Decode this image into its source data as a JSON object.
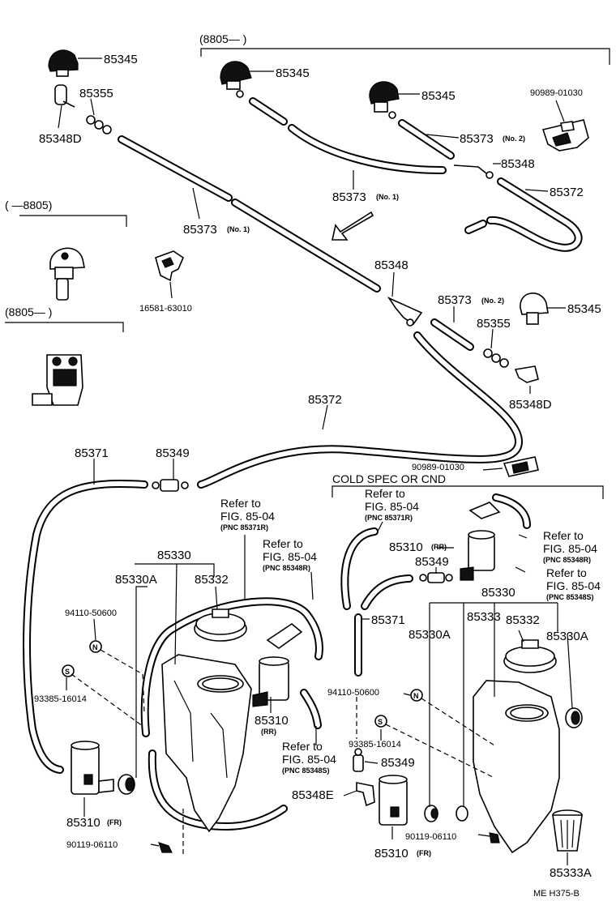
{
  "labels": {
    "p85345_a": "85345",
    "p85355_a": "85355",
    "p85348d_a": "85348D",
    "hdr_8805_top": "(8805—       )",
    "p85345_b": "85345",
    "p85345_c": "85345",
    "p90989_a": "90989-01030",
    "p85373_no2_a": "85373",
    "sub_no2_a": "(No. 2)",
    "p85348_a": "85348",
    "p85373_no1_a": "85373",
    "sub_no1_a": "(No. 1)",
    "p85372_a": "85372",
    "hdr_8805_left": "(       —8805)",
    "p85373_no1_b": "85373",
    "sub_no1_b": "(No. 1)",
    "p16581": "16581-63010",
    "hdr_8805_left2": "(8805—        )",
    "p85348_b": "85348",
    "p85373_no2_b": "85373",
    "sub_no2_b": "(No. 2)",
    "p85345_d": "85345",
    "p85355_b": "85355",
    "p85348d_b": "85348D",
    "p85372_b": "85372",
    "p85371_a": "85371",
    "p85349_a": "85349",
    "p90989_b": "90989-01030",
    "cold_spec": "COLD  SPEC  OR  CND",
    "ref_to_1": "Refer to",
    "fig_1": "FIG. 85-04",
    "pnc_1": "(PNC 85371R)",
    "ref_to_2": "Refer to",
    "fig_2": "FIG. 85-04",
    "pnc_2": "(PNC 85371R)",
    "ref_to_3": "Refer to",
    "fig_3": "FIG. 85-04",
    "pnc_3": "(PNC 85348R)",
    "p85330_a": "85330",
    "p85330a_a": "85330A",
    "p85332_a": "85332",
    "p94110_a": "94110-50600",
    "p93385_a": "93385-16014",
    "p85310_rr_a": "85310",
    "sub_rr_a": "(RR)",
    "ref_to_4": "Refer to",
    "fig_4": "FIG. 85-04",
    "pnc_4": "(PNC 85348S)",
    "p85310_fr_a": "85310",
    "sub_fr_a": "(FR)",
    "p90119_a": "90119-06110",
    "p85310_rr_b": "85310",
    "sub_rr_b": "(RR)",
    "p85349_b": "85349",
    "ref_to_5": "Refer to",
    "fig_5": "FIG. 85-04",
    "pnc_5": "(PNC 85348R)",
    "ref_to_6": "Refer to",
    "fig_6": "FIG. 85-04",
    "pnc_6": "(PNC 85348S)",
    "p85330_b": "85330",
    "p85371_b": "85371",
    "p85330a_b": "85330A",
    "p85333": "85333",
    "p85332_b": "85332",
    "p85330a_c": "85330A",
    "p94110_b": "94110-50600",
    "p93385_b": "93385-16014",
    "p85349_c": "85349",
    "p85348e": "85348E",
    "p90119_b": "90119-06110",
    "p85310_fr_b": "85310",
    "sub_fr_b": "(FR)",
    "p85333a": "85333A",
    "footer": "ME  H375-B",
    "mark_n_a": "N",
    "mark_s_a": "S",
    "mark_n_b": "N",
    "mark_s_b": "S"
  }
}
